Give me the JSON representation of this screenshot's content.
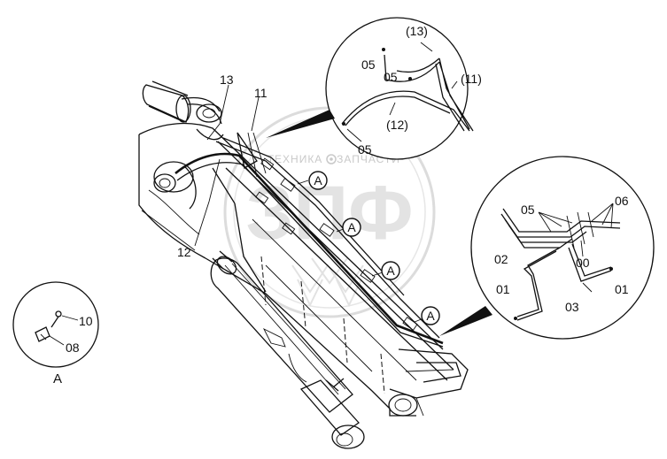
{
  "watermark": {
    "left_text": "ТЕХНИКА",
    "right_text": "ЗАПЧАСТИ",
    "logo_text": "ЗПФ"
  },
  "main_labels": {
    "l13": "13",
    "l11": "11",
    "l12": "12"
  },
  "callout_A": {
    "marker": "A",
    "caption": "A",
    "l10": "10",
    "l08": "08"
  },
  "detail_top": {
    "l13": "(13)",
    "l05a": "05",
    "l05b": "05",
    "l11": "(11)",
    "l12": "(12)",
    "l05c": "05"
  },
  "detail_right": {
    "l05": "05",
    "l06": "06",
    "l02": "02",
    "l00": "00",
    "l01a": "01",
    "l01b": "01",
    "l03": "03"
  }
}
